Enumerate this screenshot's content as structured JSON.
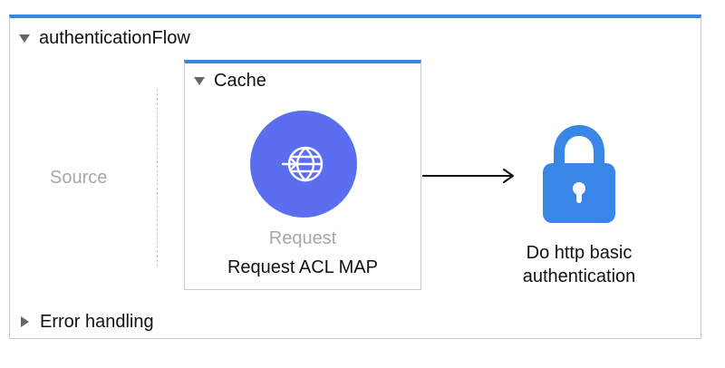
{
  "flow": {
    "title": "authenticationFlow",
    "source_label": "Source",
    "error_handling_label": "Error handling"
  },
  "cache_scope": {
    "title": "Cache",
    "component": {
      "type_label": "Request",
      "name_label": "Request ACL MAP",
      "icon": "globe-request-icon"
    }
  },
  "auth_component": {
    "label_line1": "Do http basic",
    "label_line2": "authentication",
    "icon": "lock-icon"
  },
  "colors": {
    "accent_blue": "#3a86e6",
    "request_purple": "#5b6ef0",
    "lock_blue": "#3a86e6",
    "muted_text": "#a7a7a7",
    "border": "#c9c9c9"
  }
}
